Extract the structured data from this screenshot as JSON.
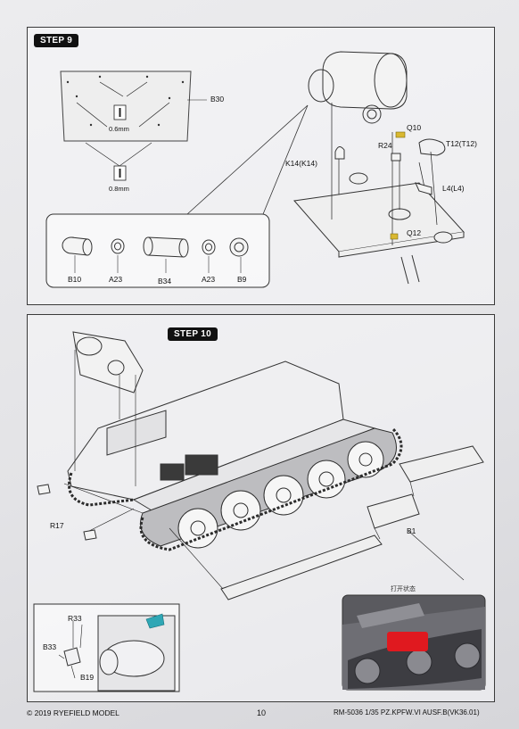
{
  "step9": {
    "badge": "STEP 9",
    "labels": {
      "b30": "B30",
      "t06": "0.6mm",
      "t08": "0.8mm",
      "q10": "Q10",
      "r24": "R24",
      "t12": "T12(T12)",
      "k14": "K14(K14)",
      "l4": "L4(L4)",
      "q12": "Q12",
      "b10": "B10",
      "a23a": "A23",
      "b34": "B34",
      "a23b": "A23",
      "b9": "B9"
    }
  },
  "step10": {
    "badge": "STEP 10",
    "labels": {
      "r17": "R17",
      "b1": "B1",
      "open_state": "打开状态",
      "r33": "R33",
      "b33": "B33",
      "b19": "B19"
    },
    "highlight_color": "#e0191f",
    "accent_color": "#2fa7b5"
  },
  "footer": {
    "copyright": "© 2019 RYEFIELD MODEL",
    "page_number": "10",
    "model": "RM-5036 1/35  PZ.KPFW.VI AUSF.B(VK36.01)"
  }
}
